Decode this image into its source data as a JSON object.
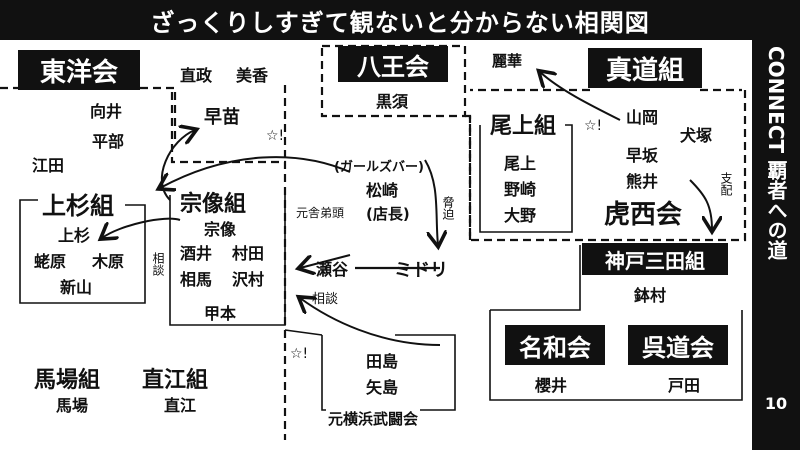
{
  "title": "ざっくりしすぎて観ないと分からない相関図",
  "side": {
    "text": "CONNECT 覇者への道",
    "number": "10"
  },
  "orgs": {
    "toyo": {
      "name": "東洋会",
      "members": [
        "向井",
        "平部",
        "江田"
      ]
    },
    "hachio": {
      "name": "八王会",
      "members": [
        "黒須"
      ]
    },
    "shindo": {
      "name": "真道組",
      "members": [
        "麗華",
        "山岡",
        "犬塚",
        "早坂",
        "熊井"
      ]
    },
    "uesugi": {
      "name": "上杉組",
      "members": [
        "上杉",
        "蛯原",
        "木原",
        "新山"
      ]
    },
    "munakata": {
      "name": "宗像組",
      "members": [
        "宗像",
        "酒井",
        "村田",
        "相馬",
        "沢村",
        "甲本"
      ]
    },
    "ogami": {
      "name": "尾上組",
      "members": [
        "尾上",
        "野崎",
        "大野"
      ]
    },
    "kosai": {
      "name": "虎西会"
    },
    "kobe": {
      "name": "神戸三田組",
      "members": [
        "鉢村"
      ]
    },
    "nawa": {
      "name": "名和会",
      "members": [
        "櫻井"
      ]
    },
    "kuredo": {
      "name": "呉道会",
      "members": [
        "戸田"
      ]
    },
    "baba": {
      "name": "馬場組",
      "members": [
        "馬場"
      ]
    },
    "naoe": {
      "name": "直江組",
      "members": [
        "直江"
      ]
    },
    "motoyokohama": {
      "name": "元横浜武闘会",
      "members": [
        "田島",
        "矢島"
      ]
    }
  },
  "people": {
    "naomasa": "直政",
    "mika": "美香",
    "sanae": "早苗",
    "girlsbar": "(ガールズバー)",
    "matsuzaki": "松崎",
    "tencho": "(店長)",
    "setani": "瀬谷",
    "midori": "ミドリ"
  },
  "notes": {
    "moto_shateigashira": "元舎弟頭",
    "kyohaku": "脅迫",
    "sodan1": "相談",
    "sodan2": "相談",
    "shihai": "支配",
    "mark": "☆!"
  }
}
